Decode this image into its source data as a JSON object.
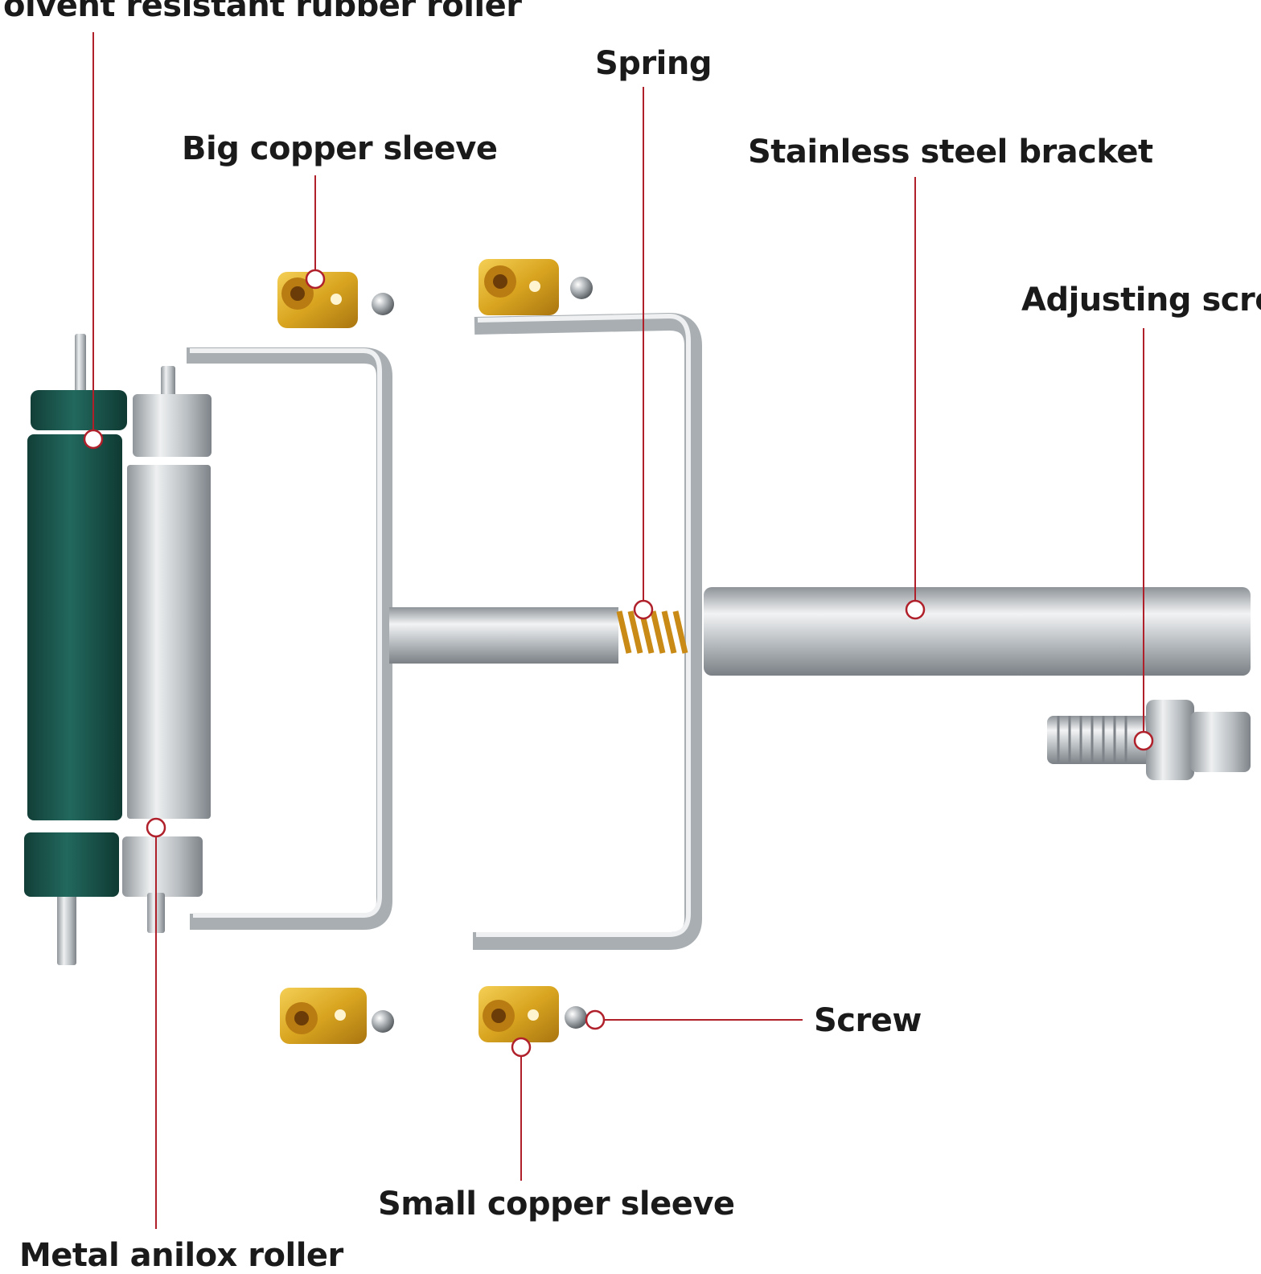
{
  "labels": {
    "rubber_roller": "olvent resistant rubber roller",
    "spring": "Spring",
    "big_sleeve": "Big copper sleeve",
    "bracket": "Stainless steel bracket",
    "adjusting_screw": "Adjusting screw",
    "screw": "Screw",
    "small_sleeve": "Small copper sleeve",
    "anilox_roller": "Metal anilox roller"
  },
  "colors": {
    "leader": "#b0202a",
    "rubber": "#1f5c52",
    "steel": "#c9cdd0",
    "copper": "#d9a520",
    "spring": "#d79a22",
    "text": "#1a1a1a"
  }
}
